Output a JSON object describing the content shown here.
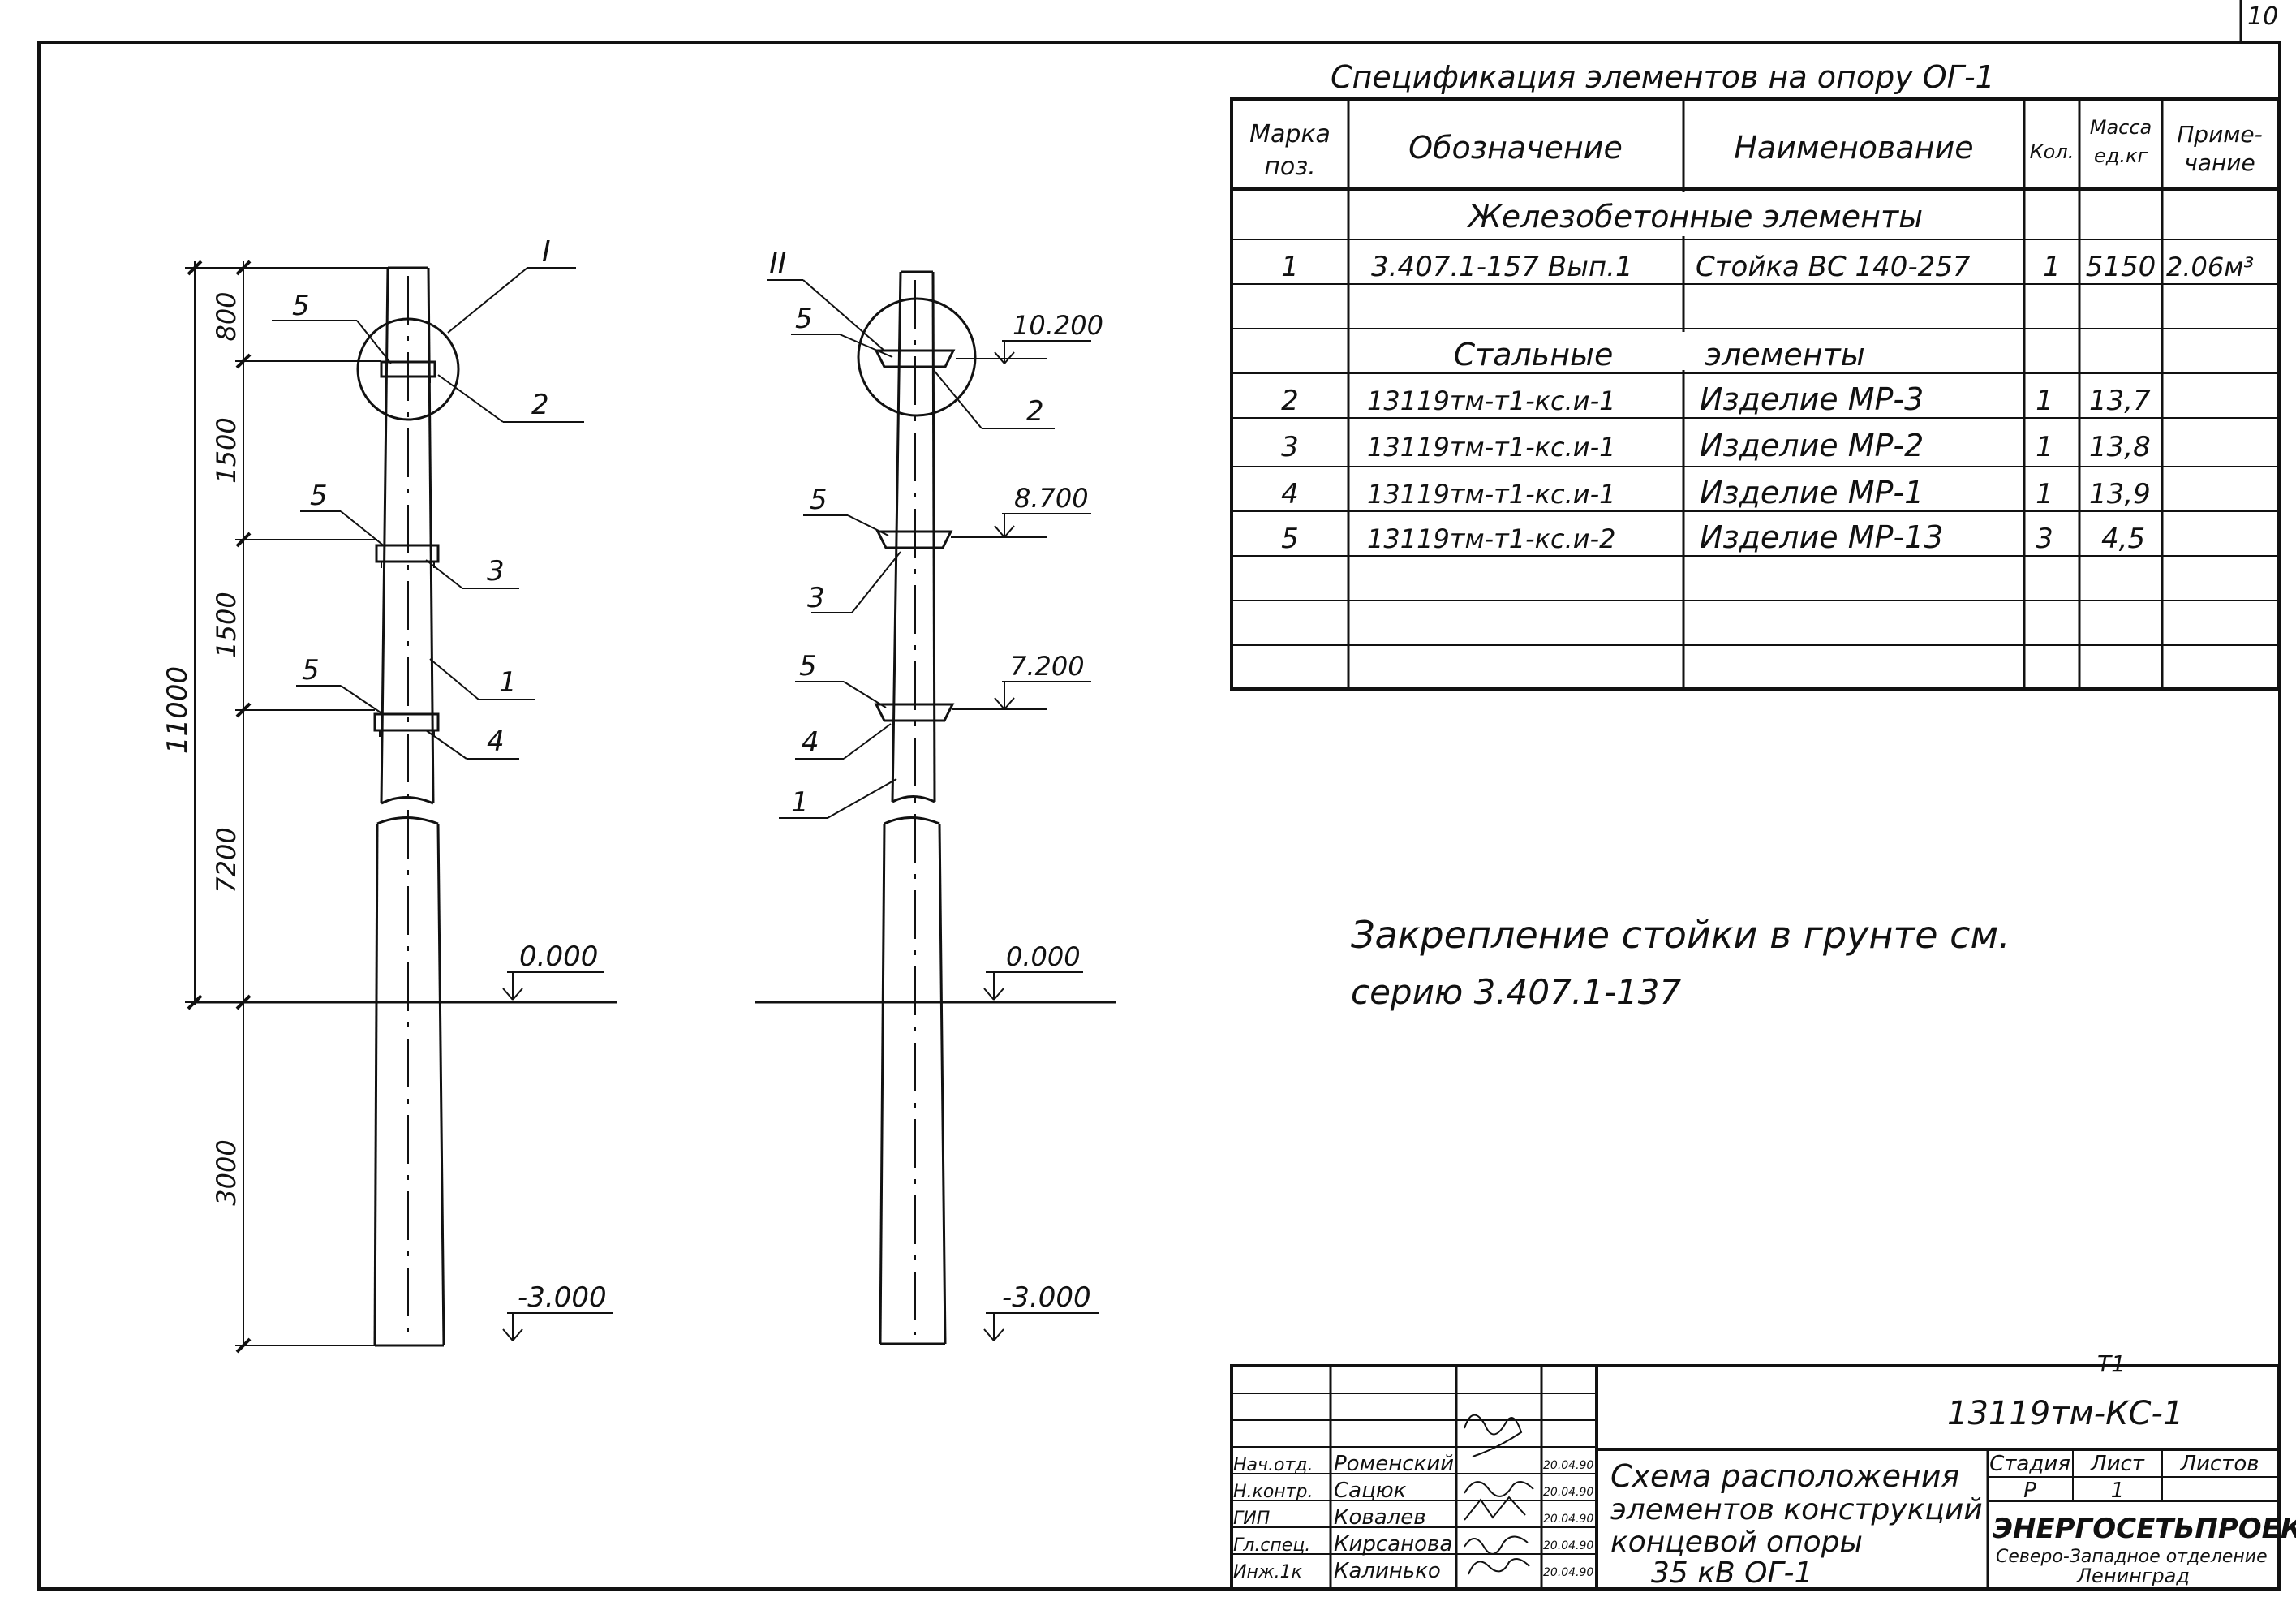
{
  "sheet_number": "10",
  "spec_title": "Спецификация  элементов на опору ОГ-1",
  "spec": {
    "headers": {
      "mark": [
        "Марка",
        "поз."
      ],
      "designation": "Обозначение",
      "name": "Наименование",
      "qty": "Кол.",
      "mass": [
        "Масса",
        "ед.кг"
      ],
      "note": [
        "Приме-",
        "чание"
      ]
    },
    "section_concrete": "Железобетонные элементы",
    "row1": {
      "mark": "1",
      "designation": "3.407.1-157 Вып.1",
      "name": "Стойка ВС 140-257",
      "qty": "1",
      "mass": "5150",
      "note": "2.06м³"
    },
    "section_steel_a": "Стальные",
    "section_steel_b": "элементы",
    "row2": {
      "mark": "2",
      "designation": "13119тм-т1-кс.и-1",
      "name": "Изделие  МР-3",
      "qty": "1",
      "mass": "13,7"
    },
    "row3": {
      "mark": "3",
      "designation": "13119тм-т1-кс.и-1",
      "name": "Изделие  МР-2",
      "qty": "1",
      "mass": "13,8"
    },
    "row4": {
      "mark": "4",
      "designation": "13119тм-т1-кс.и-1",
      "name": "Изделие  МР-1",
      "qty": "1",
      "mass": "13,9"
    },
    "row5": {
      "mark": "5",
      "designation": "13119тм-т1-кс.и-2",
      "name": "Изделие  МР-13",
      "qty": "3",
      "mass": "4,5"
    }
  },
  "note": {
    "line1": "Закрепление  стойки  в  грунте  см.",
    "line2": "серию  3.407.1-137"
  },
  "left_pole": {
    "view_label": "I",
    "dims": {
      "total": "11000",
      "d800": "800",
      "d1500a": "1500",
      "d1500b": "1500",
      "d7200": "7200",
      "d3000": "3000"
    },
    "levels": {
      "ground": "0.000",
      "bottom": "-3.000"
    },
    "marks": {
      "m5a": "5",
      "m5b": "5",
      "m5c": "5",
      "m2": "2",
      "m3": "3",
      "m1": "1",
      "m4": "4"
    }
  },
  "right_pole": {
    "view_label": "II",
    "levels": {
      "top": "10.200",
      "mid": "8.700",
      "low": "7.200",
      "ground": "0.000",
      "bottom": "-3.000"
    },
    "marks": {
      "m5a": "5",
      "m5b": "5",
      "m5c": "5",
      "m2": "2",
      "m3": "3",
      "m4": "4",
      "m1": "1"
    }
  },
  "title_block": {
    "code_top": "Т1",
    "code": "13119тм-КС-1",
    "roles": [
      "Нач.отд.",
      "Н.контр.",
      "ГИП",
      "Гл.спец.",
      "Инж.1к"
    ],
    "names": [
      "Роменский",
      "Сацюк",
      "Ковалев",
      "Кирсанова",
      "Калинько"
    ],
    "dates": [
      "20.04.90",
      "20.04.90",
      "20.04.90",
      "20.04.90",
      "20.04.90"
    ],
    "title_lines": [
      "Схема расположения",
      "элементов конструкций",
      "концевой опоры",
      "35 кВ ОГ-1"
    ],
    "stage_label": "Стадия",
    "sheet_label": "Лист",
    "sheets_label": "Листов",
    "stage": "Р",
    "sheet": "1",
    "org": "ЭНЕРГОСЕТЬПРОЕКТ",
    "org_sub1": "Северо-Западное отделение",
    "org_sub2": "Ленинград"
  }
}
